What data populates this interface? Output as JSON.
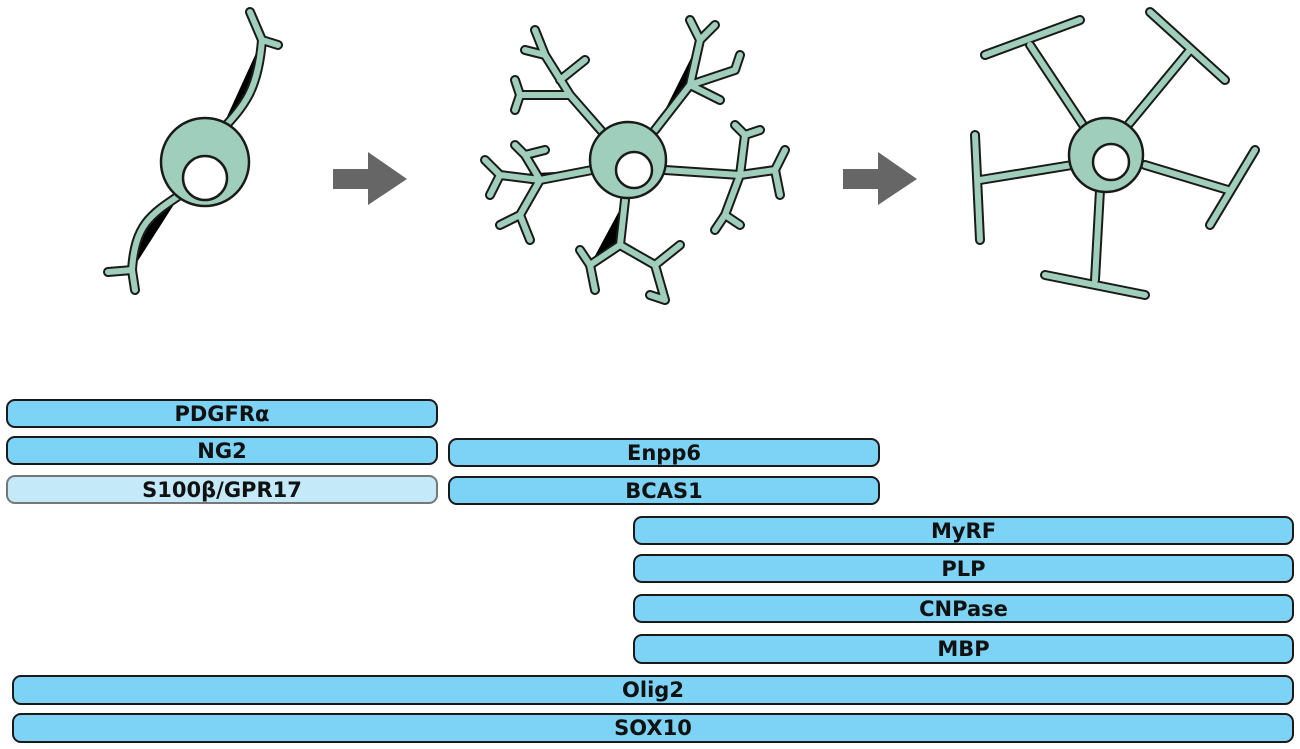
{
  "colors": {
    "marker": "#7dd3f5",
    "marker_weak": "#c4e9f9",
    "cell": "#9fcfbc",
    "arrow": "#666666"
  },
  "stages": [
    "opc-cell",
    "premyelinating-cell",
    "mature-oligodendrocyte-cell"
  ],
  "markers": {
    "pdgfra": "PDGFRα",
    "ng2": "NG2",
    "s100b": "S100β/GPR17",
    "enpp6": "Enpp6",
    "bcas1": "BCAS1",
    "myrf": "MyRF",
    "plp": "PLP",
    "cnpase": "CNPase",
    "mbp": "MBP",
    "olig2": "Olig2",
    "sox10": "SOX10"
  }
}
